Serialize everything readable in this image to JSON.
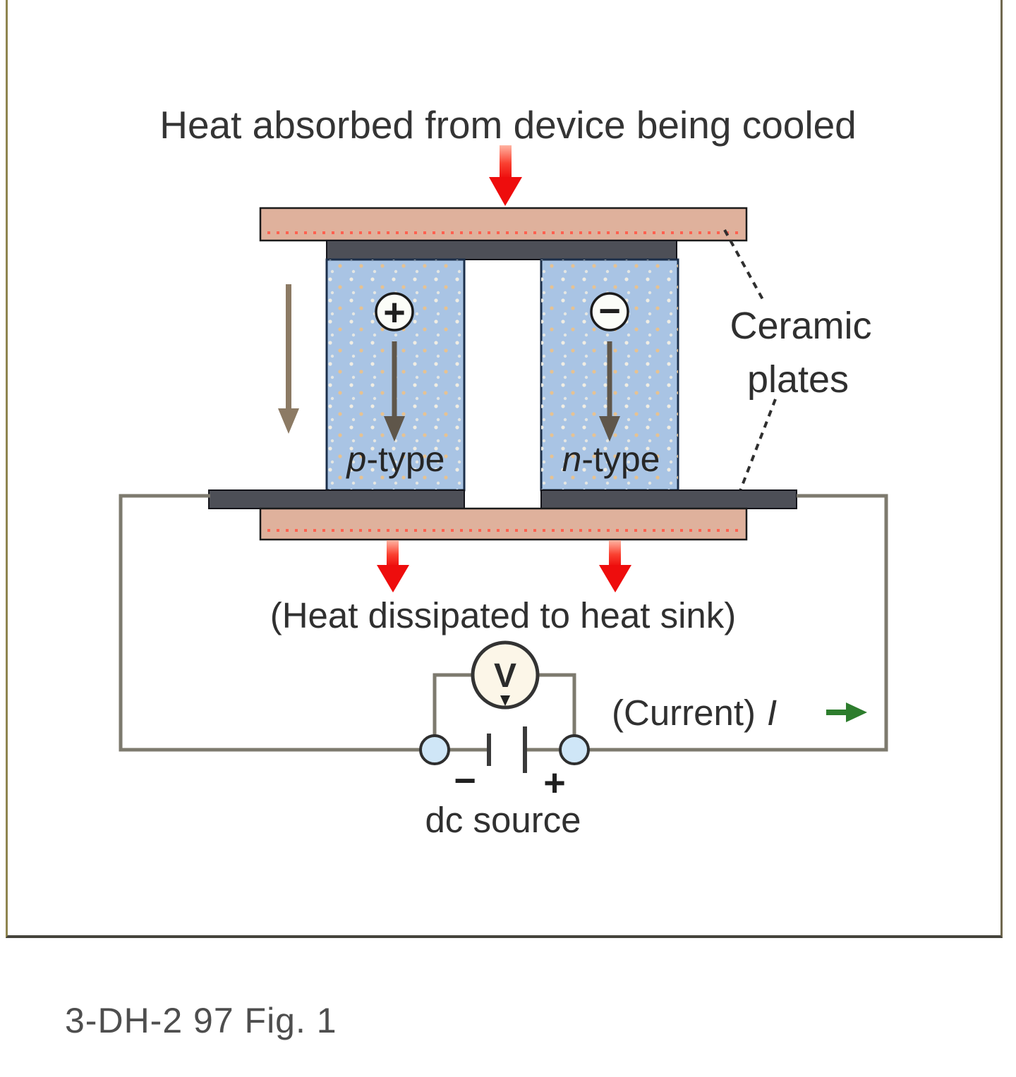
{
  "figure": {
    "title": "Heat absorbed from device being cooled",
    "ceramic_label": {
      "line1": "Ceramic",
      "line2": "plates"
    },
    "p_block": {
      "charge": "+",
      "prefix": "p",
      "suffix": "-type"
    },
    "n_block": {
      "charge": "−",
      "prefix": "n",
      "suffix": "-type"
    },
    "heat_dissipated": "(Heat dissipated to heat sink)",
    "voltmeter": "V",
    "battery": {
      "minus": "−",
      "plus": "+",
      "label": "dc source"
    },
    "current": {
      "label": "(Current)",
      "symbol": "I"
    },
    "colors": {
      "background_top": "#f6c46f",
      "background_bottom": "#fffdf4",
      "ceramic_plate": "#dfb19c",
      "semiconductor_blue": "#a9c4e4",
      "conductor_gray": "#4d4f57",
      "heat_arrow_red": "#ee1111",
      "current_arrow_green": "#2d7d2d",
      "wire_gray": "#7d7a6e",
      "node_blue": "#cfe6f7"
    }
  },
  "caption": "3-DH-2 97 Fig. 1"
}
